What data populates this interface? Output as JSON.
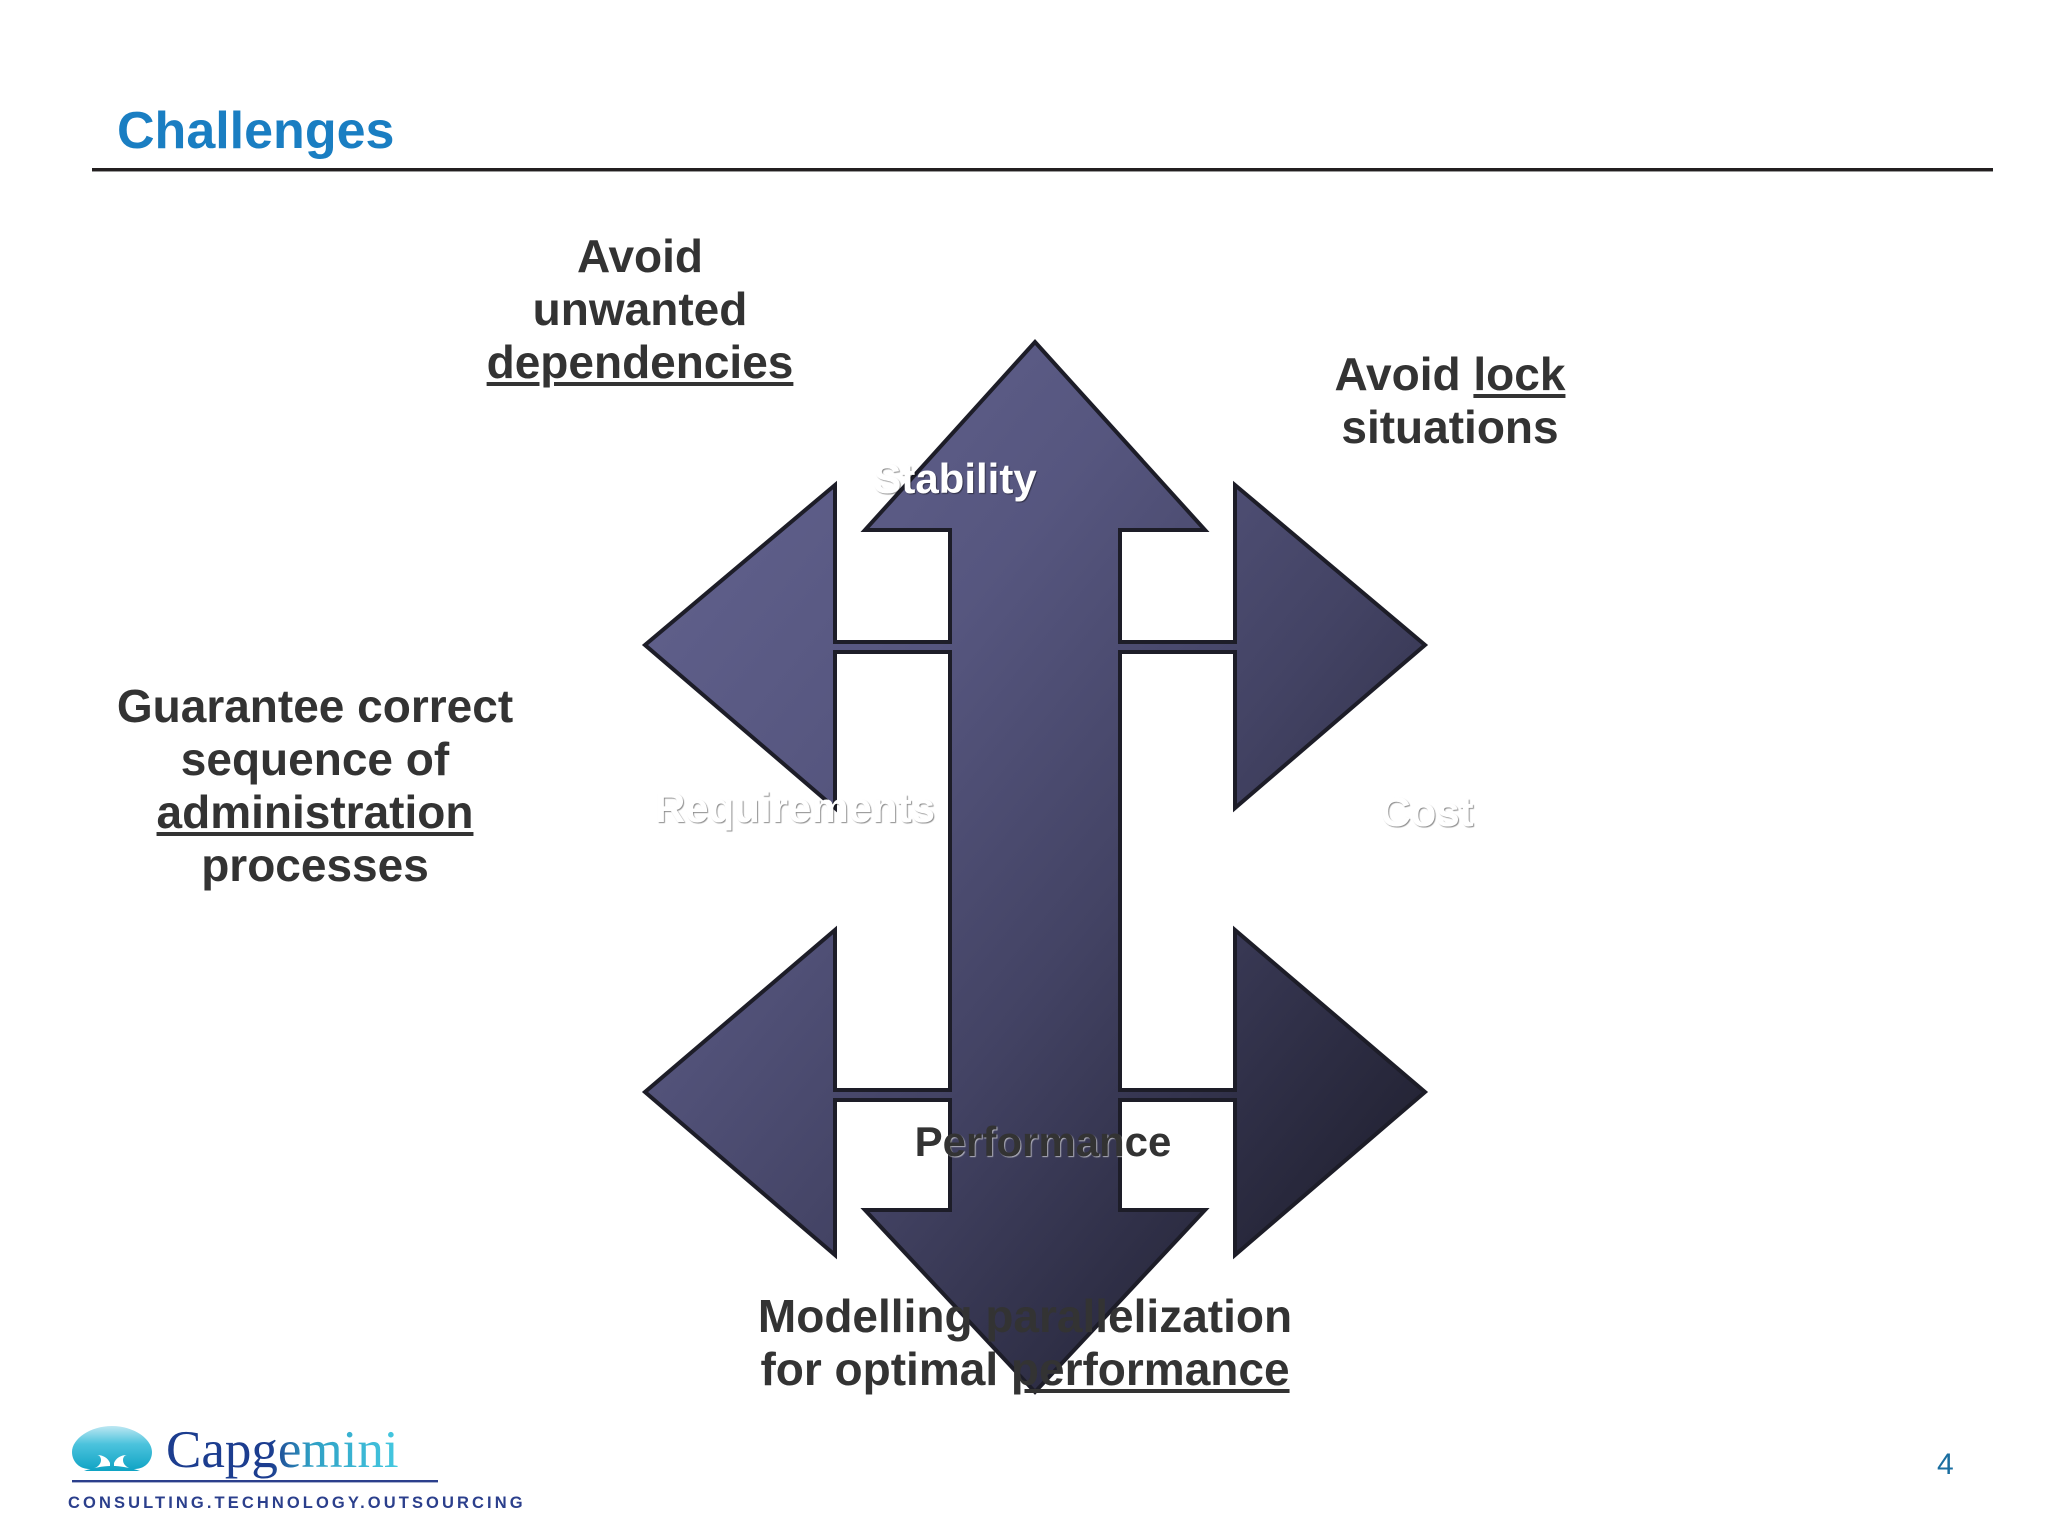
{
  "slide": {
    "title": "Challenges",
    "page_number": "4",
    "title_color": "#1a7ec2",
    "accent_dark": "#231f20"
  },
  "diagram": {
    "type": "four-way-arrow-cross",
    "gradient_from": "#5a5a86",
    "gradient_to": "#1e1e2e",
    "arrow_labels": {
      "up": "Stability",
      "left": "Requirements",
      "right": "Cost",
      "down": "Performance"
    }
  },
  "annotations": {
    "top_left": {
      "line1": "Avoid",
      "line2": "unwanted",
      "emphasis": "dependencies"
    },
    "top_right": {
      "line1_prefix": "Avoid ",
      "emphasis": "lock",
      "line2": "situations"
    },
    "left": {
      "line1": "Guarantee correct",
      "line2": "sequence of",
      "emphasis": "administration",
      "line4": "processes"
    },
    "bottom": {
      "line1": "Modelling parallelization",
      "line2_prefix": "for optimal ",
      "emphasis": "performance"
    }
  },
  "logo": {
    "wordmark": "Capgemini",
    "tagline": "CONSULTING.TECHNOLOGY.OUTSOURCING"
  }
}
